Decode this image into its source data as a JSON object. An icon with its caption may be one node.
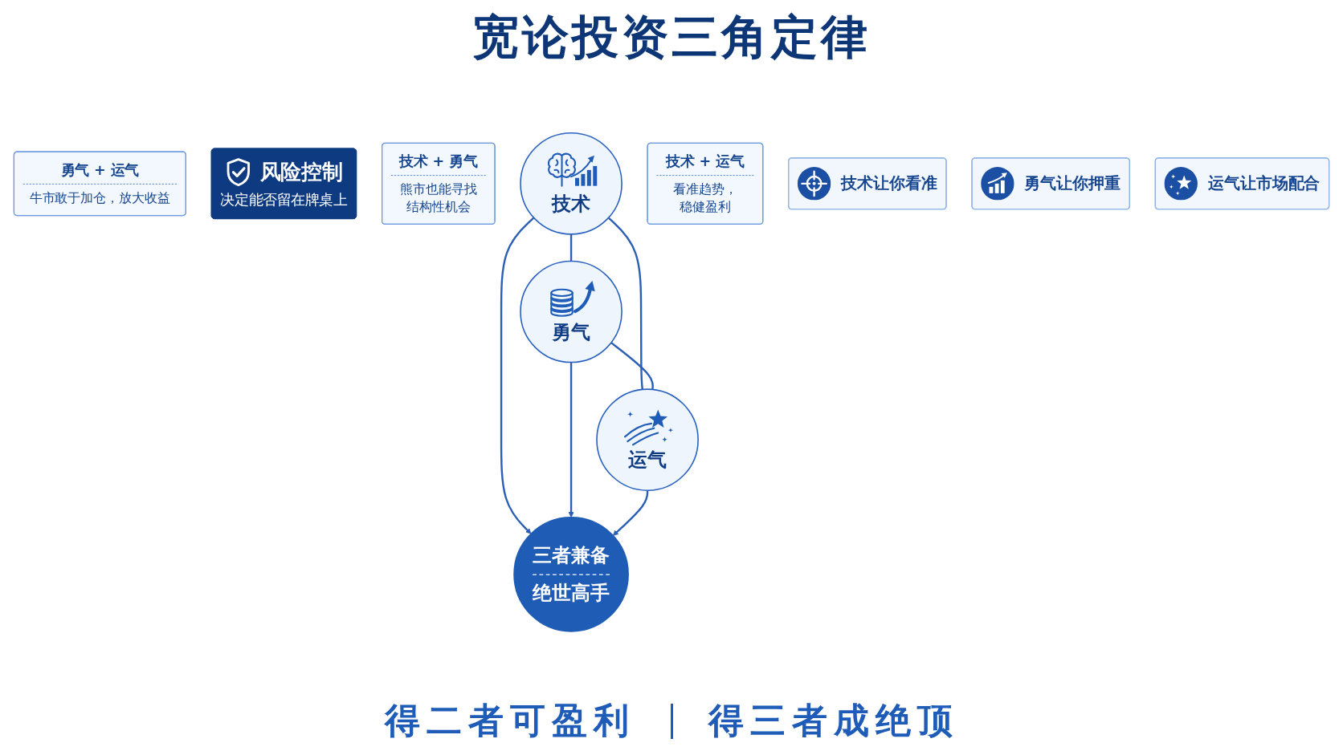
{
  "diagram": {
    "title": "宽论投资三角定律",
    "nodes": [
      {
        "text": [
          "技术"
        ]
      },
      {
        "text": [
          "技术 + 勇气",
          "熊市也能寻找结构性机会"
        ]
      },
      {
        "text": [
          "技术 + 运气",
          "看准趋势，稳健盈利"
        ]
      },
      {
        "text": [
          "三者兼备",
          "绝世高手"
        ]
      },
      {
        "text": [
          "勇气"
        ]
      },
      {
        "text": [
          "运气"
        ]
      },
      {
        "text": [
          "勇气 + 运气",
          "牛市敢于加仓，放大收益"
        ]
      },
      {
        "text": [
          "风险控制",
          "决定能否留在牌桌上"
        ]
      },
      {
        "text": [
          "技术让你看准"
        ]
      },
      {
        "text": [
          "勇气让你押重"
        ]
      },
      {
        "text": [
          "运气让市场配合"
        ]
      }
    ],
    "edges": [
      {
        "from": 0,
        "to": 4,
        "arrow": "none"
      },
      {
        "from": 0,
        "to": 5,
        "arrow": "none"
      },
      {
        "from": 4,
        "to": 5,
        "arrow": "none"
      },
      {
        "from": 0,
        "to": 3,
        "arrow": "to"
      },
      {
        "from": 4,
        "to": 3,
        "arrow": "to"
      },
      {
        "from": 5,
        "to": 3,
        "arrow": "to"
      }
    ],
    "labels": [
      "得二者可盈利",
      "得三者成绝顶"
    ]
  }
}
